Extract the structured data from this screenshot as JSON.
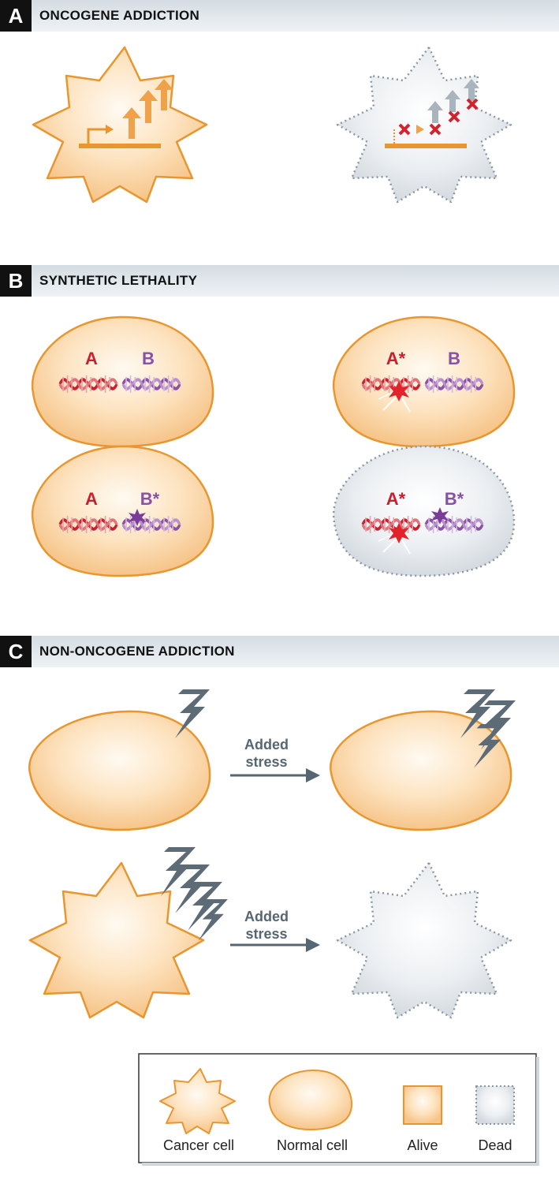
{
  "panels": [
    {
      "letter": "A",
      "title": "ONCOGENE ADDICTION"
    },
    {
      "letter": "B",
      "title": "SYNTHETIC LETHALITY"
    },
    {
      "letter": "C",
      "title": "NON-ONCOGENE ADDICTION"
    }
  ],
  "genes": {
    "a": "A",
    "b": "B",
    "a_mut": "A*",
    "b_mut": "B*"
  },
  "arrows": [
    {
      "line1": "Added",
      "line2": "stress"
    },
    {
      "line1": "Added",
      "line2": "stress"
    }
  ],
  "legend": {
    "cancer_cell": "Cancer cell",
    "normal_cell": "Normal cell",
    "alive": "Alive",
    "dead": "Dead"
  },
  "colors": {
    "alive_fill": "#fbd9ad",
    "alive_stroke": "#e8962f",
    "dead_fill": "#e2e7ec",
    "dead_stroke": "#8a96a2",
    "gene_a": "#c8202e",
    "gene_b": "#8a4fa6",
    "lightning": "#5d6b77",
    "header_dark": "#111111"
  }
}
